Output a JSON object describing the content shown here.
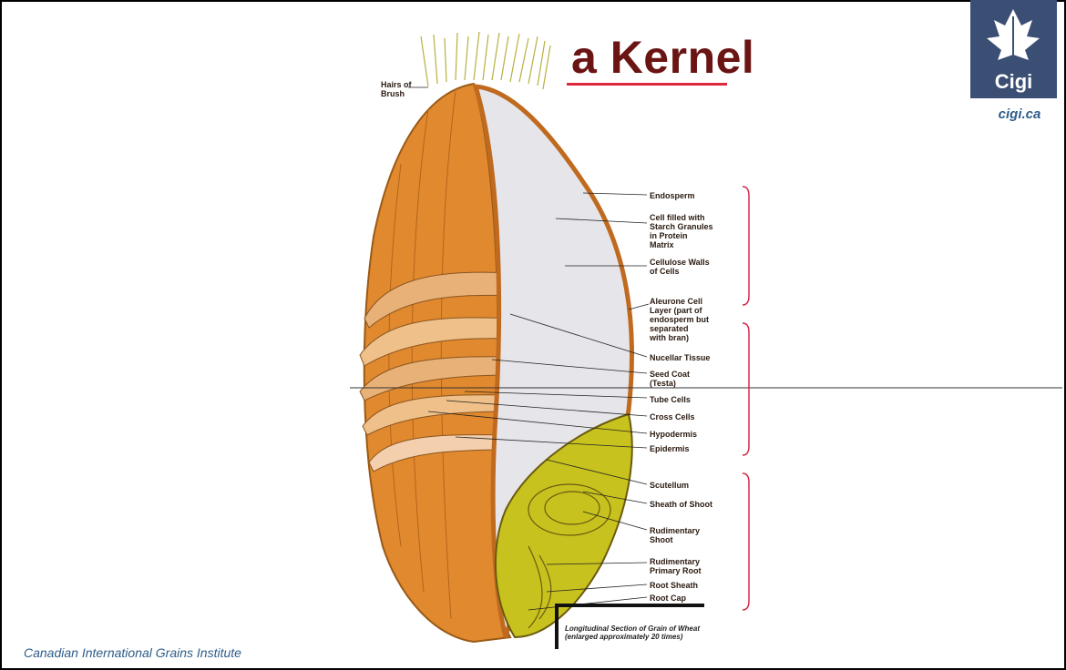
{
  "title": "a Kernel",
  "logo": {
    "text": "Cigi",
    "icon": "wheat-leaf-icon"
  },
  "site": "cigi.ca",
  "footer": "Canadian International Grains Institute",
  "labels": {
    "hairs": "Hairs of\nBrush",
    "endosperm": "Endosperm",
    "cell_starch": "Cell filled with\nStarch Granules\nin Protein\nMatrix",
    "cellulose": "Cellulose Walls\nof Cells",
    "aleurone": "Aleurone Cell\nLayer (part of\nendosperm but\nseparated\nwith bran)",
    "nucellar": "Nucellar Tissue",
    "seed_coat": "Seed Coat\n(Testa)",
    "tube": "Tube Cells",
    "cross": "Cross Cells",
    "hypodermis": "Hypodermis",
    "epidermis": "Epidermis",
    "scutellum": "Scutellum",
    "sheath_shoot": "Sheath of Shoot",
    "rud_shoot": "Rudimentary\nShoot",
    "rud_root": "Rudimentary\nPrimary Root",
    "root_sheath": "Root Sheath",
    "root_cap": "Root Cap"
  },
  "caption": "Longitudinal Section of Grain of Wheat\n(enlarged approximately 20 times)",
  "colors": {
    "title": "#6b1414",
    "accent_rule": "#e0283c",
    "logo_bg": "#3a4f73",
    "link": "#2f5c8a",
    "bran": "#e0892e",
    "endosperm": "#e6e6e6",
    "germ": "#c8c21e",
    "bracket": "#d42b48"
  }
}
